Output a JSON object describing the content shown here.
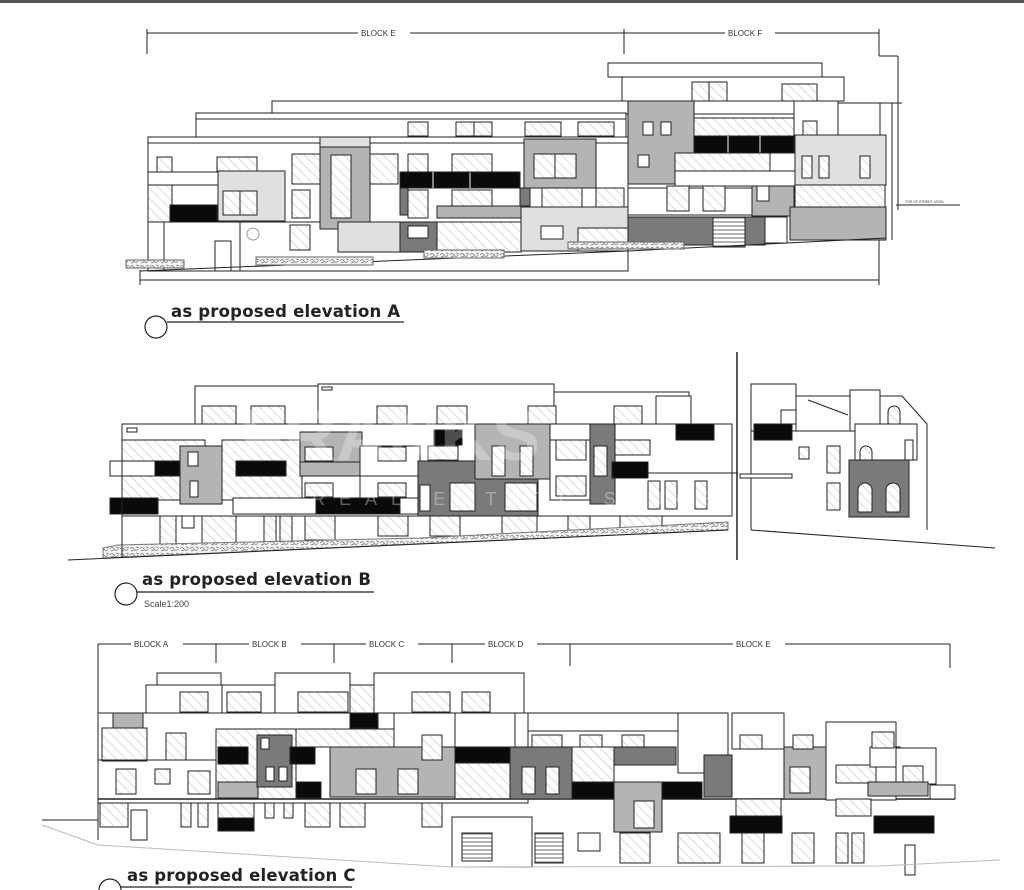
{
  "sheet": {
    "type": "architectural elevation drawing sheet",
    "colors": {
      "line": "#222222",
      "light_grey": "#e0e0e0",
      "mid_grey": "#b4b4b4",
      "dark_grey": "#7a7a7a",
      "black": "#0a0a0a",
      "background": "#ffffff"
    }
  },
  "elevations": [
    {
      "id": "A",
      "title": "as proposed elevation A",
      "blocks": [
        "BLOCK E",
        "BLOCK F"
      ],
      "level_note": "TOP OF STREET LEVEL"
    },
    {
      "id": "B",
      "title": "as proposed elevation B",
      "scale": "Scale1:200"
    },
    {
      "id": "C",
      "title": "as proposed elevation C",
      "blocks": [
        "BLOCK A",
        "BLOCK B",
        "BLOCK C",
        "BLOCK D",
        "BLOCK E"
      ]
    }
  ],
  "watermark": {
    "main": "FRANKS",
    "sub": "REAL ESTATE SINCE"
  }
}
